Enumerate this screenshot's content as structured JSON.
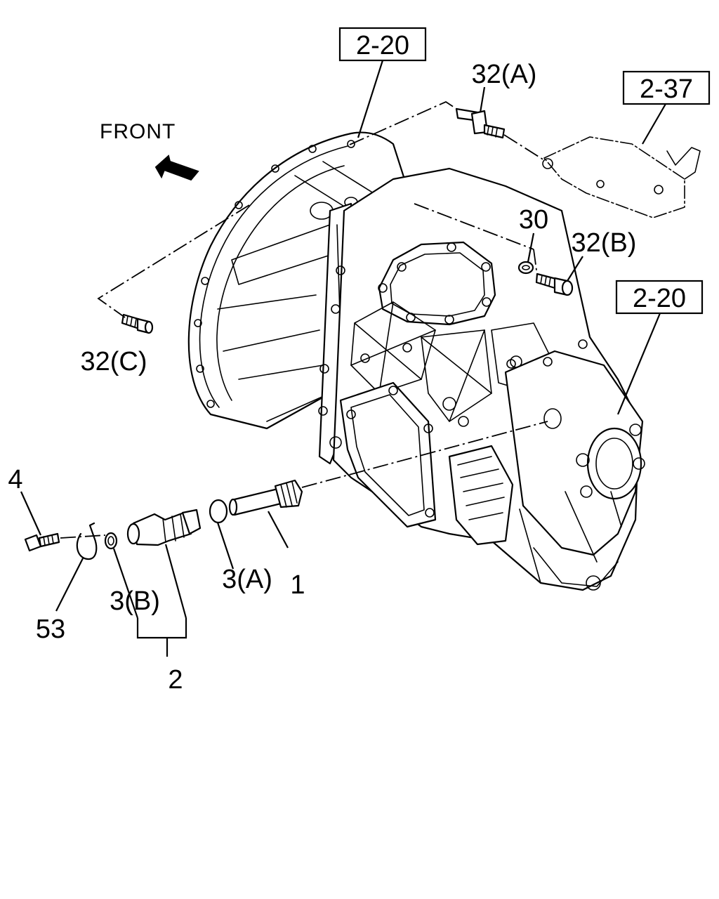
{
  "direction_label": "FRONT",
  "refs": {
    "top": "2-20",
    "right": "2-20",
    "bracket": "2-37"
  },
  "callouts": {
    "p1": "1",
    "p2": "2",
    "p3a": "3(A)",
    "p3b": "3(B)",
    "p4": "4",
    "p30": "30",
    "p32a": "32(A)",
    "p32b": "32(B)",
    "p32c": "32(C)",
    "p53": "53"
  }
}
